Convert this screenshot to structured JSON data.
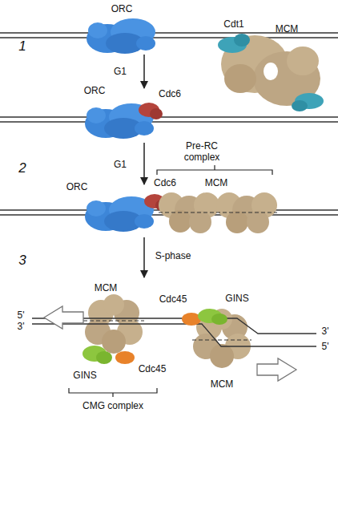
{
  "diagram": {
    "labels": [
      "ORC",
      "Cdt1",
      "MCM",
      "1",
      "G1",
      "ORC",
      "Cdc6",
      "Pre-RC complex",
      "2",
      "G1",
      "ORC",
      "Cdc6",
      "MCM",
      "S-phase",
      "3",
      "MCM",
      "5'",
      "3'",
      "GINS",
      "Cdc45",
      "Cdc45",
      "GINS",
      "3'",
      "5'",
      "MCM",
      "CMG complex"
    ]
  }
}
